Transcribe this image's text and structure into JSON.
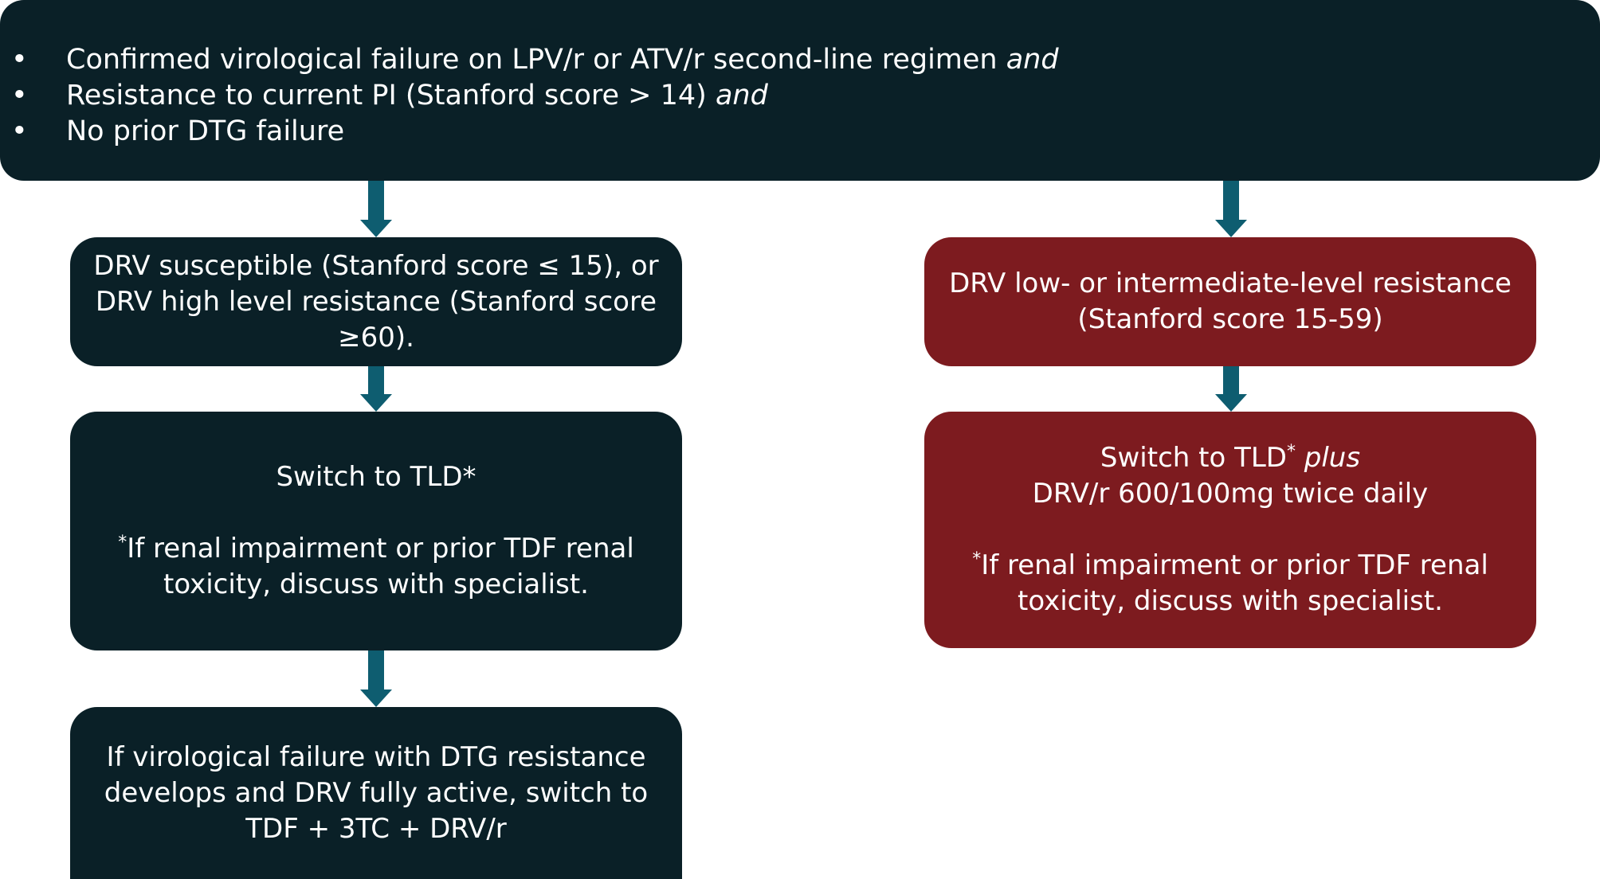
{
  "criteria": {
    "bullet": "•",
    "items": [
      {
        "text": "Confirmed virological failure on LPV/r or ATV/r second-line regimen ",
        "suffix": "and"
      },
      {
        "text": "Resistance to current PI (Stanford score > 14) ",
        "suffix": "and"
      },
      {
        "text": "No prior DTG failure",
        "suffix": ""
      }
    ]
  },
  "left": {
    "susceptible": {
      "line1": "DRV susceptible (Stanford score ≤ 15), or",
      "line2": "DRV high level resistance (Stanford score",
      "line3": "≥60)."
    },
    "switch": {
      "title": "Switch to TLD*",
      "note_star": "*",
      "note_line1": "If renal impairment or prior TDF renal",
      "note_line2": "toxicity, discuss with specialist."
    },
    "failure": {
      "line1": "If virological failure with DTG resistance",
      "line2": "develops and DRV fully active, switch to",
      "line3": "TDF + 3TC + DRV/r"
    }
  },
  "right": {
    "resistance": {
      "line1": "DRV low- or intermediate-level resistance",
      "line2": "(Stanford score 15-59)"
    },
    "switch": {
      "title": "Switch to TLD",
      "title_star": "*",
      "title_plus": " plus",
      "dose": "DRV/r 600/100mg twice daily",
      "note_star": "*",
      "note_line1": "If renal impairment or prior TDF renal",
      "note_line2": "toxicity, discuss with specialist."
    }
  },
  "colors": {
    "dark_box": "#0a2027",
    "red_box": "#7d1b1f",
    "arrow": "#0e5d70",
    "text": "#ffffff"
  }
}
